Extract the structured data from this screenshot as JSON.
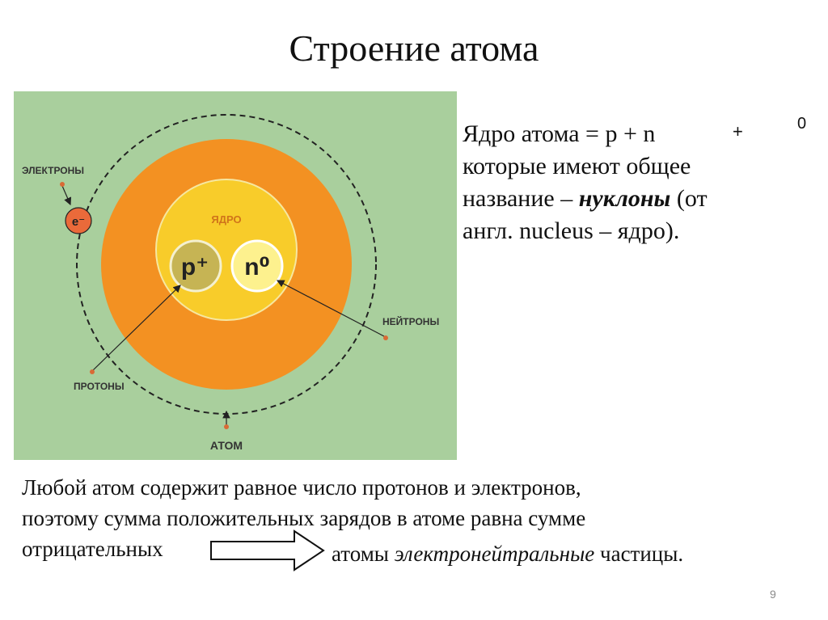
{
  "slide": {
    "title": "Строение атома",
    "page_number": "9"
  },
  "diagram": {
    "labels": {
      "electrons": "ЭЛЕКТРОНЫ",
      "electron_symbol": "e⁻",
      "nucleus": "ЯДРО",
      "proton_symbol": "p⁺",
      "neutron_symbol": "n⁰",
      "neutrons": "НЕЙТРОНЫ",
      "protons": "ПРОТОНЫ",
      "atom": "АТОМ"
    },
    "colors": {
      "background": "#a9cf9d",
      "atom": "#f39122",
      "nucleus": "#f8cc2a",
      "proton": "#c6b454",
      "neutron": "#fdf18e",
      "electron": "#ea6a3a",
      "pointer_dot": "#d96a35"
    }
  },
  "right_text": {
    "line1": "Ядро атома = p + n",
    "plus_mark": "+",
    "zero_mark": "0",
    "line2": "которые имеют общее",
    "line3_pre": "название – ",
    "line3_em": "нуклоны",
    "line3_post": " (от",
    "line4": "англ. nucleus – ядро)."
  },
  "bottom_text": {
    "line1": "Любой атом содержит равное число протонов и электронов,",
    "line2": "поэтому сумма положительных зарядов в атоме равна сумме",
    "line3": "отрицательных",
    "conclusion_pre": "атомы ",
    "conclusion_em": "электронейтральные",
    "conclusion_post": " частицы."
  }
}
